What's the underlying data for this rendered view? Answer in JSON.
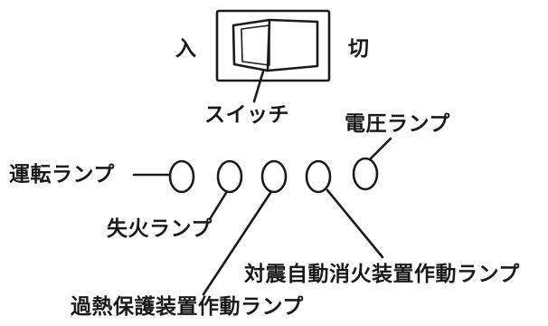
{
  "switch": {
    "on_label": "入",
    "off_label": "切",
    "name_label": "スイッチ"
  },
  "lamps": {
    "voltage": "電圧ランプ",
    "running": "運転ランプ",
    "flame_failure": "失火ランプ",
    "seismic_extinguish": "対震自動消火装置作動ランプ",
    "overheat_protection": "過熱保護装置作動ランプ"
  },
  "colors": {
    "ink": "#1a1a1a",
    "background": "#ffffff"
  }
}
